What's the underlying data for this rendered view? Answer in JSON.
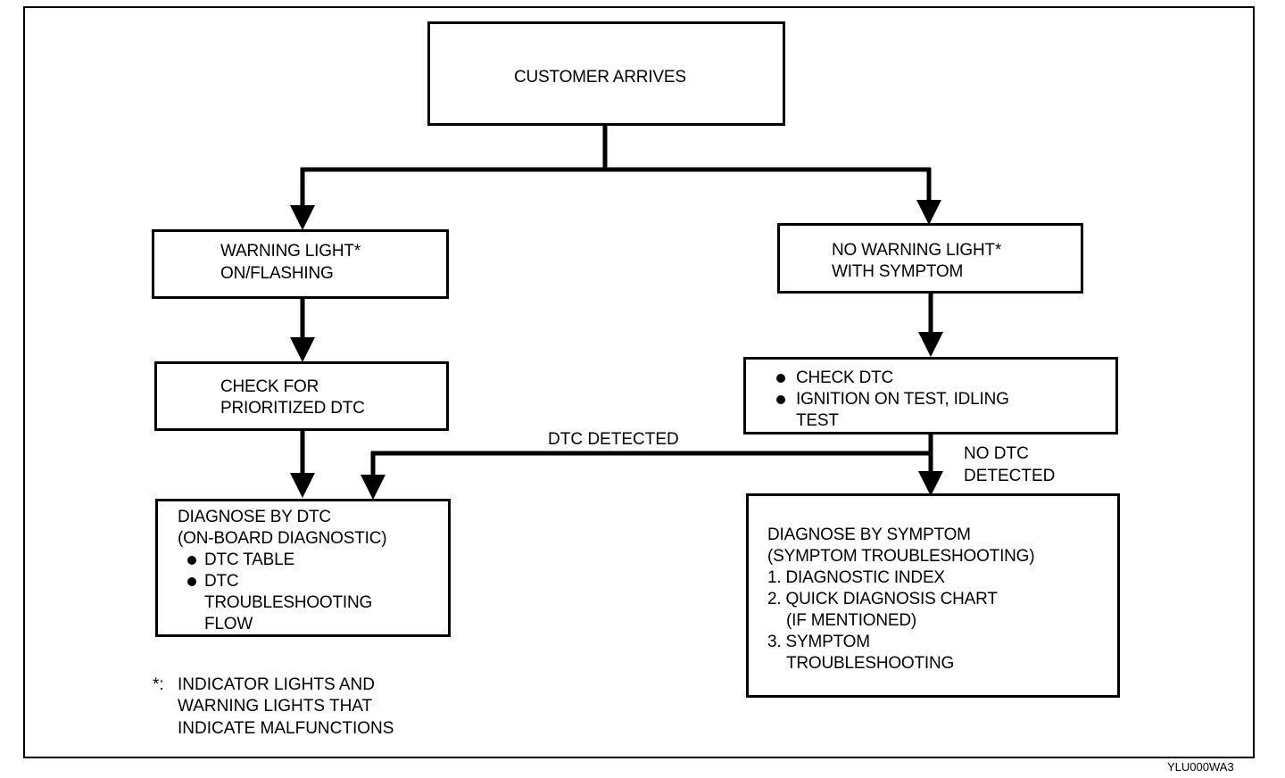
{
  "flowchart": {
    "start": {
      "text": "CUSTOMER ARRIVES"
    },
    "left_branch": {
      "condition": {
        "line1": "WARNING LIGHT*",
        "line2": "ON/FLASHING"
      },
      "check": {
        "line1": "CHECK FOR",
        "line2": "PRIORITIZED DTC"
      },
      "diagnose": {
        "line1": "DIAGNOSE BY DTC",
        "line2": "(ON-BOARD DIAGNOSTIC)",
        "bullet1": "DTC TABLE",
        "bullet2_line1": "DTC",
        "bullet2_line2": "TROUBLESHOOTING",
        "bullet2_line3": "FLOW"
      }
    },
    "right_branch": {
      "condition": {
        "line1": "NO WARNING LIGHT*",
        "line2": "WITH SYMPTOM"
      },
      "check": {
        "bullet1": "CHECK DTC",
        "bullet2_line1": "IGNITION ON TEST, IDLING",
        "bullet2_line2": "TEST"
      },
      "diagnose": {
        "line1": "DIAGNOSE BY SYMPTOM",
        "line2": "(SYMPTOM TROUBLESHOOTING)",
        "item1": "1. DIAGNOSTIC INDEX",
        "item2_line1": "2. QUICK DIAGNOSIS CHART",
        "item2_line2": "(IF MENTIONED)",
        "item3_line1": "3. SYMPTOM",
        "item3_line2": "TROUBLESHOOTING"
      }
    },
    "edge_labels": {
      "dtc_detected": "DTC DETECTED",
      "no_dtc_line1": "NO DTC",
      "no_dtc_line2": "DETECTED"
    }
  },
  "footnote": {
    "marker": "*:",
    "line1": "INDICATOR LIGHTS AND",
    "line2": "WARNING LIGHTS THAT",
    "line3": "INDICATE MALFUNCTIONS"
  },
  "figure_code": "YLU000WA3"
}
